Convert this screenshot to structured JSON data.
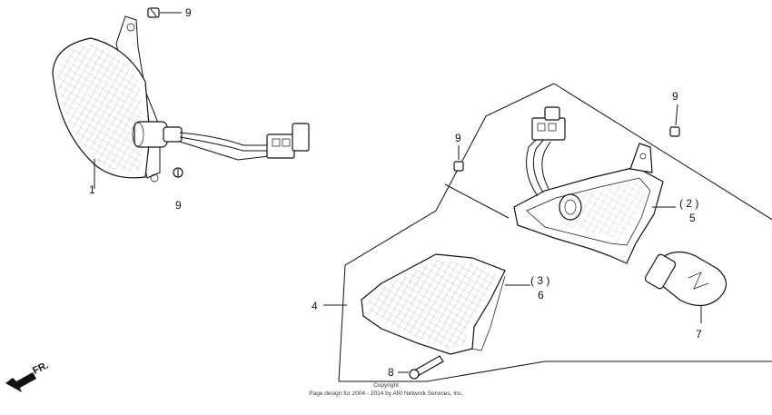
{
  "callouts": {
    "c1": "1",
    "c2": "( 2 )",
    "c3": "( 3 )",
    "c4": "4",
    "c5": "5",
    "c6": "6",
    "c7": "7",
    "c8": "8",
    "c9a": "9",
    "c9b": "9",
    "c9c": "9",
    "c9d": "9"
  },
  "direction_label": "FR.",
  "copyright": {
    "line1": "Copyright",
    "line2": "Page design for 2004 - 2014 by ARI Network Services, Inc."
  },
  "icons": [
    "front-arrow-icon"
  ]
}
